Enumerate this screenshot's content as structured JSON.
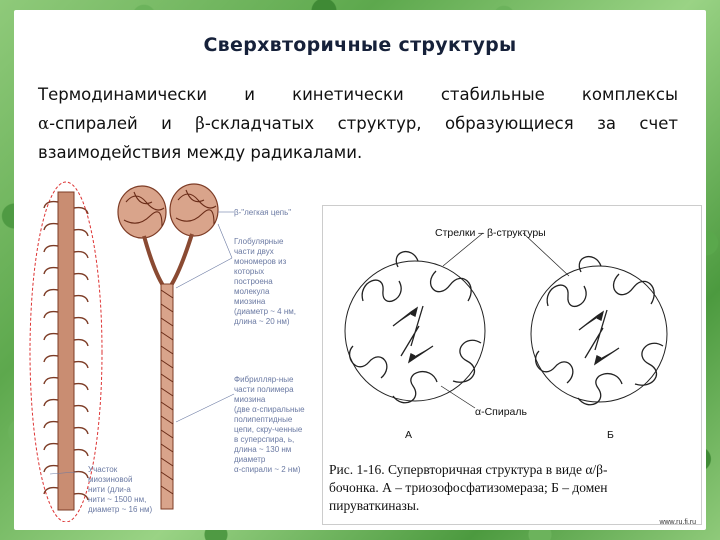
{
  "slide": {
    "title": "Сверхвторичные структуры",
    "text_line1": "Термодинамически и кинетически стабильные комплексы",
    "alpha_symbol": "α",
    "text_line2_a": "-спиралей и ",
    "beta_symbol": "β",
    "text_line2_b": "-складчатых структур, образующиеся за счет",
    "text_line3": "взаимодействия между радикалами."
  },
  "left_figure": {
    "label_light_chain": "β-\"легкая цепь\"",
    "label_globular_lines": [
      "Глобулярные",
      "части двух",
      "мономеров из",
      "которых",
      "построена",
      "молекула",
      "миозина",
      "(диаметр ~ 4 нм,",
      "длина ~ 20 нм)"
    ],
    "label_fibrillar_lines": [
      "Фибрилляр-ные",
      "части полимера",
      "миозина",
      "(две α-спиральные",
      "полипептидные",
      "цепи, скру-ченные",
      "в суперспира, ь,",
      "длина ~ 130 нм",
      "диаметр",
      "α-спирали ~ 2 нм)"
    ],
    "label_fiber_lines": [
      "Участок",
      "миозиновой",
      "нити (дли-а",
      "нити ~ 1500 нм,",
      "диаметр ~ 16 нм)"
    ]
  },
  "right_figure": {
    "label_arrows": "Стрелки – β-структуры",
    "label_helix": "α-Спираль",
    "label_a": "А",
    "label_b": "Б",
    "caption_line1": "Рис. 1-16. Супервторичная структура в виде α/β-",
    "caption_line2": "бочонка. А – триозофосфатизомераза; Б – домен",
    "caption_line3": "пируваткиназы."
  },
  "watermark": "www.ru.fi.ru"
}
